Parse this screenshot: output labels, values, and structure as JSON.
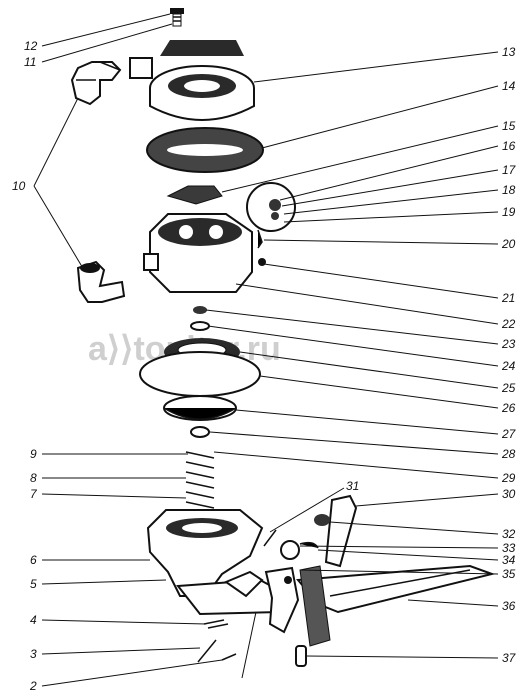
{
  "watermark": "a⟩⟩topiter.ru",
  "labels": {
    "n2": "2",
    "n3": "3",
    "n4": "4",
    "n5": "5",
    "n6": "6",
    "n7": "7",
    "n8": "8",
    "n9": "9",
    "n10": "10",
    "n11": "11",
    "n12": "12",
    "n13": "13",
    "n14": "14",
    "n15": "15",
    "n16": "16",
    "n17": "17",
    "n18": "18",
    "n19": "19",
    "n20": "20",
    "n21": "21",
    "n22": "22",
    "n23": "23",
    "n24": "24",
    "n25": "25",
    "n26": "26",
    "n27": "27",
    "n28": "28",
    "n29": "29",
    "n30": "30",
    "n31": "31",
    "n32": "32",
    "n33": "33",
    "n34": "34",
    "n35": "35",
    "n36": "36",
    "n37": "37"
  },
  "colors": {
    "ink": "#111111",
    "fill": "#2a2a2a",
    "paper": "#ffffff",
    "watermark": "#cfcfcf"
  }
}
